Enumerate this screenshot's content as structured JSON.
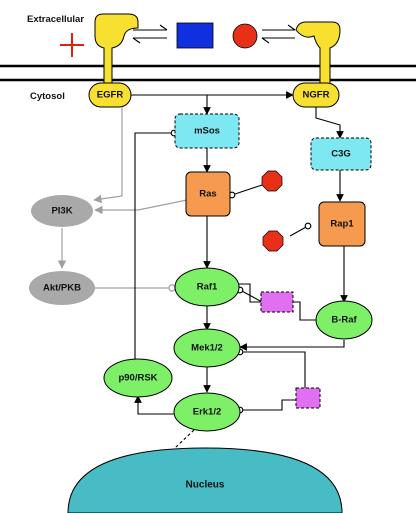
{
  "compartments": {
    "extracellular": "Extracellular",
    "cytosol": "Cytosol",
    "nucleus": "Nucleus"
  },
  "receptors": {
    "egfr": "EGFR",
    "ngfr": "NGFR"
  },
  "nodes": {
    "msos": "mSos",
    "c3g": "C3G",
    "ras": "Ras",
    "rap1": "Rap1",
    "pi3k": "PI3K",
    "akt": "Akt/PKB",
    "raf1": "Raf1",
    "braf": "B-Raf",
    "mek": "Mek1/2",
    "p90rsk": "p90/RSK",
    "erk": "Erk1/2"
  },
  "colors": {
    "receptor": "#f8e030",
    "adaptor": "#7ee8f2",
    "gtpase": "#f59a4e",
    "kinase": "#7df068",
    "lipid_kinase": "#a9a9a9",
    "inhibitor_octagon": "#e83018",
    "phosphatase_box": "#e070f0",
    "ligand_rect": "#1030e0",
    "ligand_circle": "#e83018",
    "nucleus": "#48bcc4",
    "inhibitor_cross": "#e02010"
  }
}
